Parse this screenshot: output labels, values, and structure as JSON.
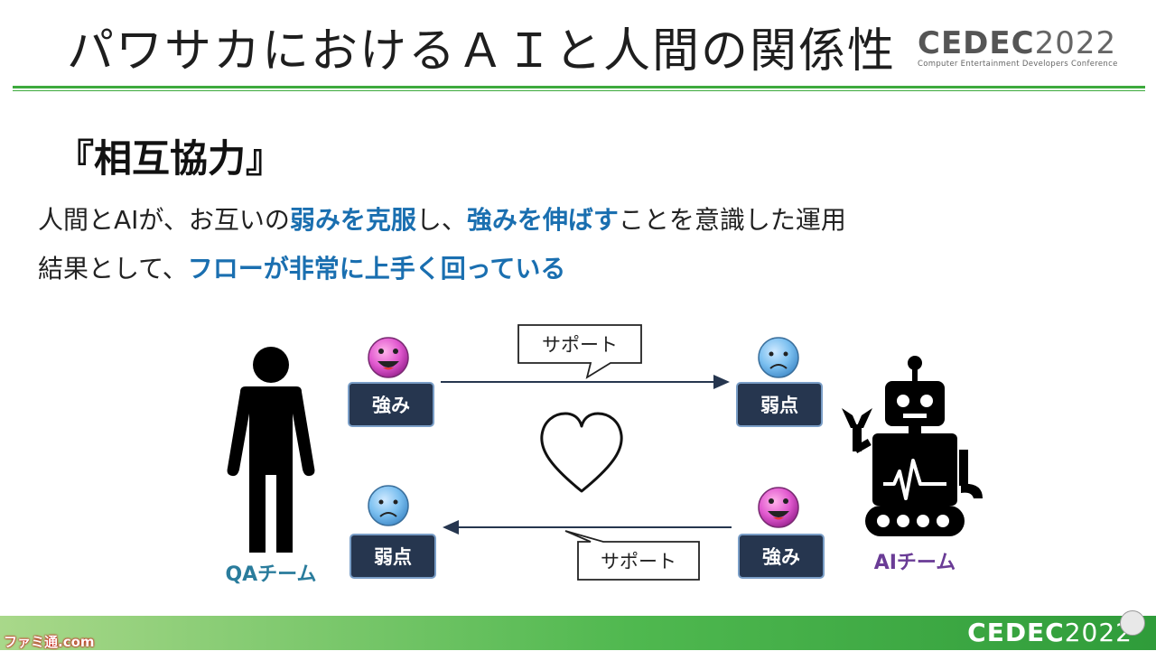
{
  "slide": {
    "title": "パワサカにおけるＡＩと人間の関係性",
    "logo": {
      "part1": "CEDEC",
      "part2": "2022",
      "subtitle": "Computer Entertainment Developers Conference"
    },
    "heading": "『相互協力』",
    "line1": {
      "a": "人間とAIが、お互いの",
      "b": "弱みを克服",
      "c": "し、",
      "d": "強みを伸ばす",
      "e": "ことを意識した運用"
    },
    "line2": {
      "a": "結果として、",
      "b": "フローが非常に上手く回っている"
    }
  },
  "diagram": {
    "human_label": "QAチーム",
    "ai_label": "AIチーム",
    "top_left_box": "強み",
    "top_right_box": "弱点",
    "bottom_left_box": "弱点",
    "bottom_right_box": "強み",
    "top_support": "サポート",
    "bottom_support": "サポート",
    "colors": {
      "box_fill": "#26364f",
      "box_border": "#7a9ec7",
      "human_label": "#2a7c9c",
      "ai_label": "#6a3c96"
    }
  },
  "footer": {
    "logo_part1": "CEDEC",
    "logo_part2": "2022",
    "watermark": "ファミ通.com"
  }
}
